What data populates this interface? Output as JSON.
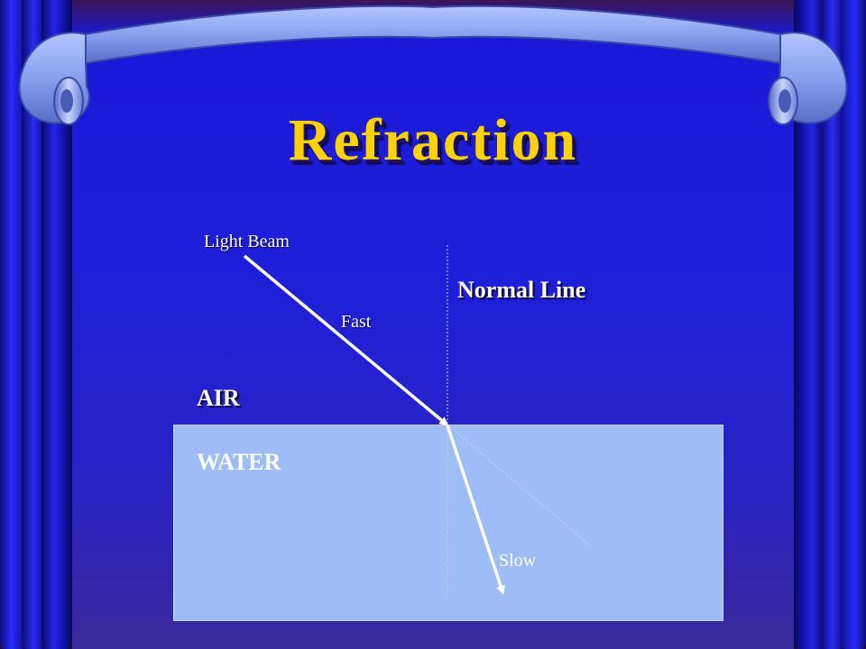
{
  "slide": {
    "title": "Refraction"
  },
  "diagram": {
    "labels": {
      "light_beam": "Light Beam",
      "normal_line": "Normal Line",
      "fast": "Fast",
      "air": "AIR",
      "water": "WATER",
      "slow": "Slow"
    }
  },
  "colors": {
    "title": "#ffd200",
    "stage_background": "#1f1fd8",
    "water": "#9ebcf6",
    "curtain": "#1c1cc8",
    "scroll_ribbon": "#8aa0ee",
    "label_text": "#ffffff"
  }
}
